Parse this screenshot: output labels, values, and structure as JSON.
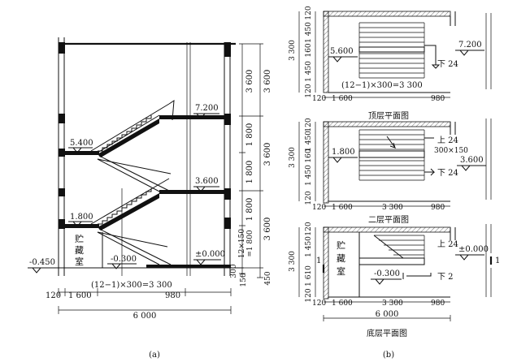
{
  "section": {
    "levels": [
      "7.200",
      "5.400",
      "3.600",
      "1.800",
      "±0.000",
      "-0.300",
      "-0.450"
    ],
    "room_chars": [
      "贮",
      "藏",
      "室"
    ],
    "right_dims_inner": [
      "3 600",
      "1 800",
      "1 800",
      "1 800",
      "12×150",
      "=1 800",
      "300",
      "150"
    ],
    "right_dims_outer": [
      "3 600",
      "3 600",
      "3 600",
      "450"
    ],
    "bottom_run": "(12−1)×300=3 300",
    "bottom_dims": [
      "120",
      "1 600",
      "980",
      "6 000"
    ],
    "caption": "(a)"
  },
  "top_plan": {
    "left_dims": [
      "120",
      "1 450",
      "160",
      "1 450",
      "120"
    ],
    "left_total": "3 300",
    "levels": [
      "5.600",
      "7.200"
    ],
    "arrow_label": "下 24",
    "run": "(12−1)×300=3 300",
    "bottom_dims": [
      "120",
      "1 600",
      "980"
    ],
    "title": "顶层平面图"
  },
  "mid_plan": {
    "left_dims": [
      "120",
      "1 450",
      "160",
      "1 450",
      "120"
    ],
    "left_total": "3 300",
    "levels": [
      "1.800",
      "3.600"
    ],
    "up_label": "上 24",
    "step_label": "300×150",
    "down_label": "下 24",
    "bottom_dims": [
      "120",
      "1 600",
      "3 300",
      "980"
    ],
    "title": "二层平面图"
  },
  "ground_plan": {
    "left_dims": [
      "120",
      "1 450",
      "1 610",
      "120"
    ],
    "left_total": "3 300",
    "levels": [
      "±0.000",
      "-0.300"
    ],
    "room_chars": [
      "贮",
      "藏",
      "室"
    ],
    "up_label": "上 24",
    "down_label": "下 2",
    "mark": "1",
    "bottom_dims": [
      "120",
      "1 600",
      "3 300",
      "980"
    ],
    "total": "6 000",
    "title": "底层平面图"
  },
  "caption_b": "(b)"
}
